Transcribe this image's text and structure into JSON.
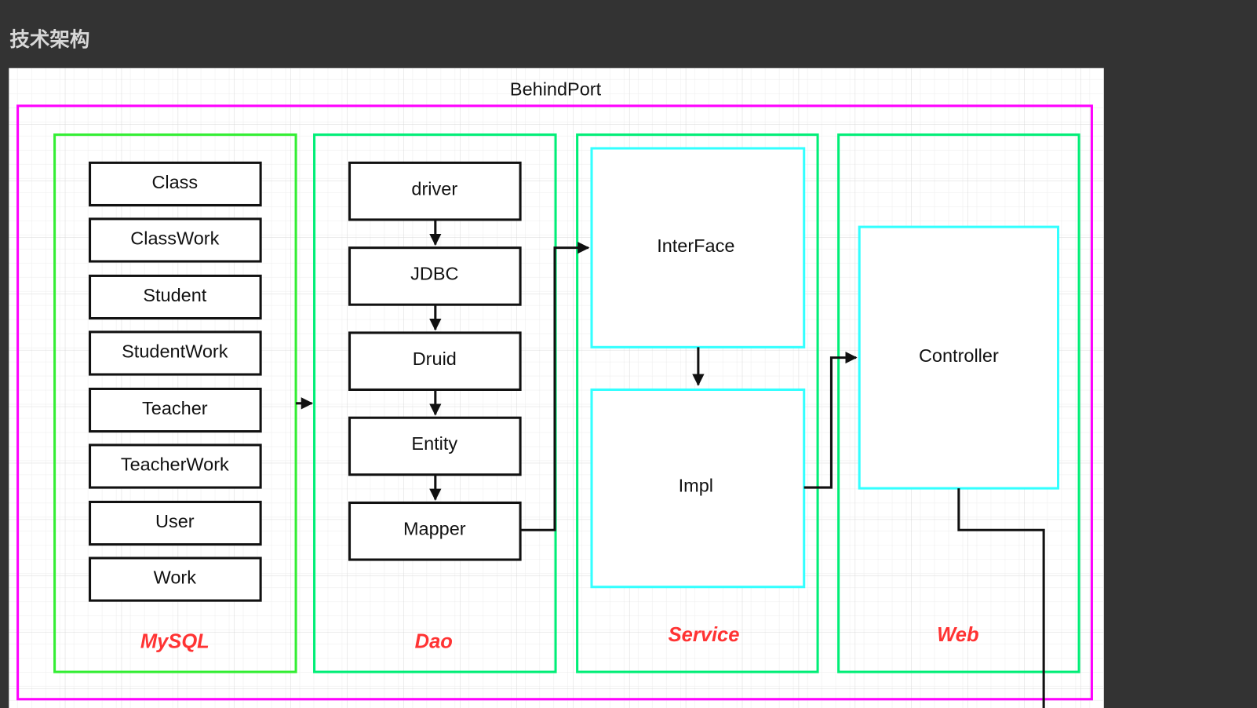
{
  "page": {
    "section_heading": "技术架构"
  },
  "diagram": {
    "title": "BehindPort",
    "colors": {
      "outer": "#ff00ff",
      "layer_mysql": "#33ee33",
      "layer": "#00ee77",
      "inner": "#33ffff",
      "label": "#ff3333"
    },
    "layers": [
      {
        "label": "MySQL",
        "items": [
          "Class",
          "ClassWork",
          "Student",
          "StudentWork",
          "Teacher",
          "TeacherWork",
          "User",
          "Work"
        ]
      },
      {
        "label": "Dao",
        "items": [
          "driver",
          "JDBC",
          "Druid",
          "Entity",
          "Mapper"
        ]
      },
      {
        "label": "Service",
        "items": [
          "InterFace",
          "Impl"
        ]
      },
      {
        "label": "Web",
        "items": [
          "Controller"
        ]
      }
    ]
  }
}
